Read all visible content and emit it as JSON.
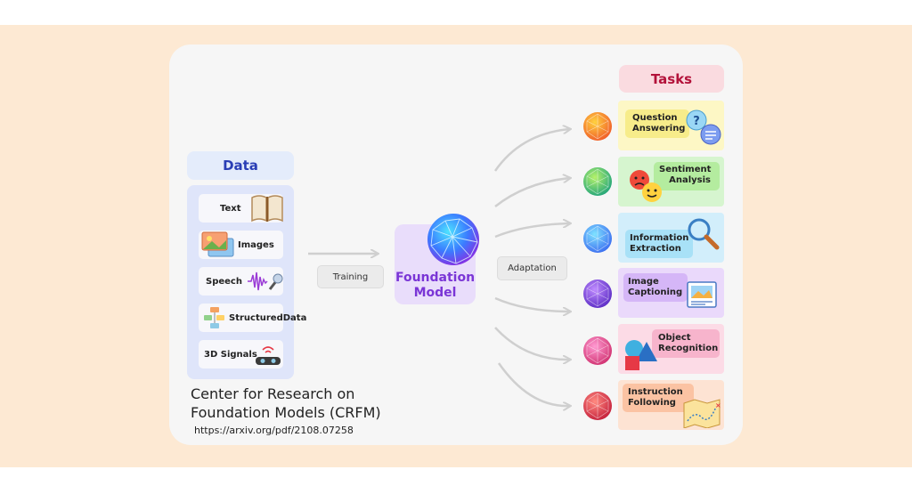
{
  "data_section": {
    "title": "Data",
    "items": [
      {
        "label": "Text",
        "icon": "book-icon"
      },
      {
        "label": "Images",
        "icon": "images-icon"
      },
      {
        "label": "Speech",
        "icon": "soundwave-microphone-icon"
      },
      {
        "label": "Structured Data",
        "line1": "Structured",
        "line2": "Data",
        "icon": "flowchart-icon"
      },
      {
        "label": "3D Signals",
        "icon": "sensor-device-icon"
      }
    ]
  },
  "training_label": "Training",
  "foundation_model": {
    "line1": "Foundation",
    "line2": "Model"
  },
  "adaptation_label": "Adaptation",
  "tasks_section": {
    "title": "Tasks",
    "items": [
      {
        "label": "Question Answering",
        "line1": "Question",
        "line2": "Answering",
        "color": "#fdf7c5",
        "icon": "question-chat-icon"
      },
      {
        "label": "Sentiment Analysis",
        "line1": "Sentiment",
        "line2": "Analysis",
        "color": "#d6f5cf",
        "icon": "emoji-faces-icon"
      },
      {
        "label": "Information Extraction",
        "line1": "Information",
        "line2": "Extraction",
        "color": "#d2eefb",
        "icon": "magnifier-icon"
      },
      {
        "label": "Image Captioning",
        "line1": "Image",
        "line2": "Captioning",
        "color": "#ead9fb",
        "icon": "picture-icon"
      },
      {
        "label": "Object Recognition",
        "line1": "Object",
        "line2": "Recognition",
        "color": "#fcdbe6",
        "icon": "shapes-icon"
      },
      {
        "label": "Instruction Following",
        "line1": "Instruction",
        "line2": "Following",
        "color": "#fde3d3",
        "icon": "map-icon"
      }
    ]
  },
  "credit": {
    "line1": "Center for Research on",
    "line2": "Foundation Models (CRFM)",
    "url": "https://arxiv.org/pdf/2108.07258"
  },
  "colors": {
    "accent_data": "#2a3eb5",
    "accent_model": "#7a35d6",
    "accent_tasks": "#b3123a",
    "background": "#fde9d3"
  }
}
